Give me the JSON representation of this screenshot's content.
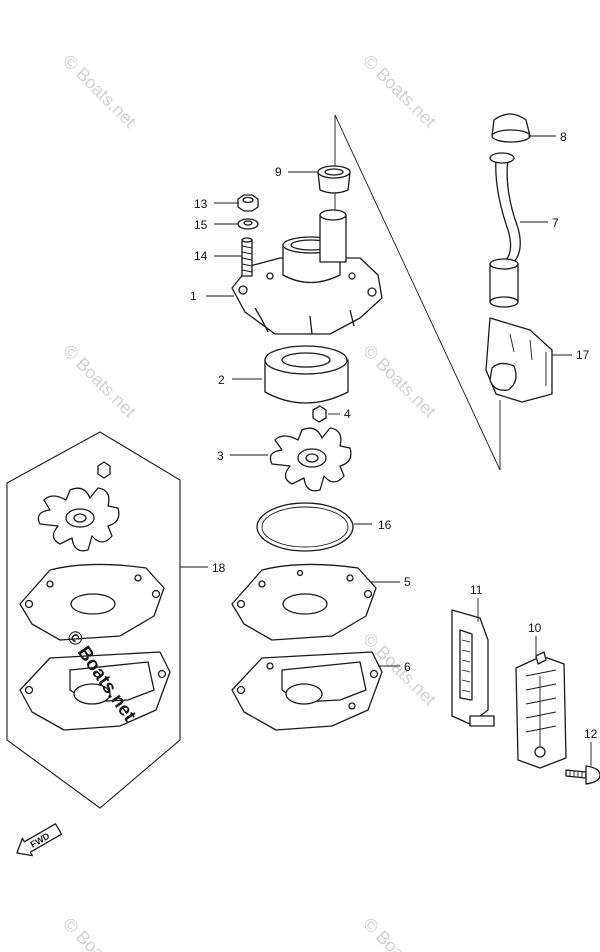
{
  "diagram": {
    "callouts": [
      "1",
      "2",
      "3",
      "4",
      "5",
      "6",
      "7",
      "8",
      "9",
      "10",
      "11",
      "12",
      "13",
      "14",
      "15",
      "16",
      "17",
      "18"
    ],
    "watermark": "© Boats.net",
    "direction_label": "FWD"
  }
}
